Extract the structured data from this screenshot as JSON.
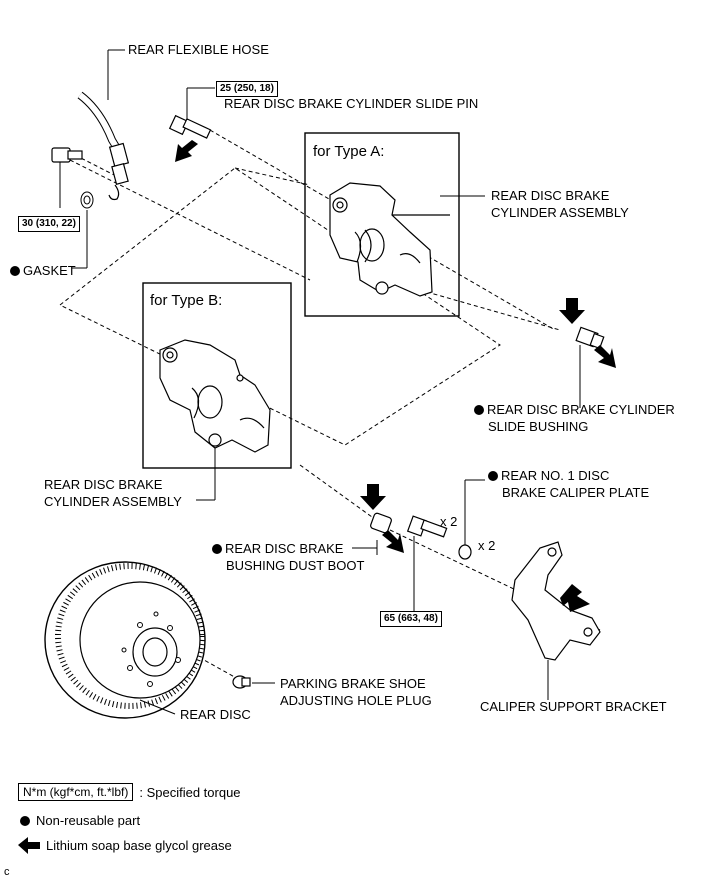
{
  "labels": {
    "rear_flexible_hose": "REAR FLEXIBLE HOSE",
    "slide_pin_torque": "25 (250, 18)",
    "slide_pin": "REAR DISC BRAKE CYLINDER SLIDE PIN",
    "type_a_title": "for Type A:",
    "cyl_assy_a_line1": "REAR DISC BRAKE",
    "cyl_assy_a_line2": "CYLINDER ASSEMBLY",
    "hose_bolt_torque": "30 (310, 22)",
    "gasket": "GASKET",
    "type_b_title": "for Type B:",
    "slide_bushing_line1": "REAR DISC BRAKE CYLINDER",
    "slide_bushing_line2": "SLIDE BUSHING",
    "cyl_assy_b_line1": "REAR DISC BRAKE",
    "cyl_assy_b_line2": "CYLINDER ASSEMBLY",
    "caliper_plate_line1": "REAR NO. 1 DISC",
    "caliper_plate_line2": "BRAKE CALIPER PLATE",
    "bolt_qty": "x 2",
    "plate_qty": "x 2",
    "dust_boot_line1": "REAR DISC BRAKE",
    "dust_boot_line2": "BUSHING DUST BOOT",
    "bracket_torque": "65 (663, 48)",
    "hole_plug_line1": "PARKING BRAKE SHOE",
    "hole_plug_line2": "ADJUSTING HOLE PLUG",
    "rear_disc": "REAR DISC",
    "support_bracket": "CALIPER SUPPORT BRACKET",
    "corner_mark": "c"
  },
  "legend": {
    "torque_box": "N*m (kgf*cm, ft.*lbf)",
    "torque_text": ": Specified torque",
    "non_reusable": "Non-reusable part",
    "grease": "Lithium soap base glycol grease"
  }
}
